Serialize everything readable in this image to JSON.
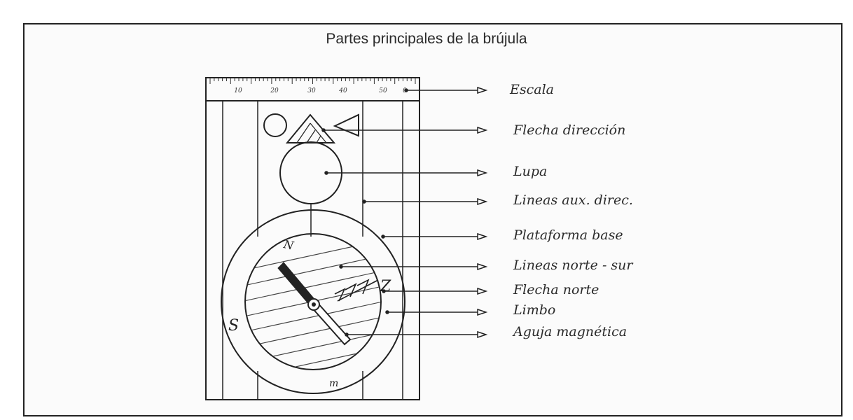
{
  "title": "Partes principales de la brújula",
  "scale_ticks": [
    "10",
    "20",
    "30",
    "40",
    "50",
    "0"
  ],
  "cardinals": {
    "north": "N",
    "west": "S",
    "east": "Z",
    "south": "m"
  },
  "labels": [
    {
      "id": "escala",
      "text": "Escala"
    },
    {
      "id": "flecha-direccion",
      "text": "Flecha dirección"
    },
    {
      "id": "lupa",
      "text": "Lupa"
    },
    {
      "id": "lineas-aux",
      "text": "Lineas aux. direc."
    },
    {
      "id": "plataforma",
      "text": "Plataforma base"
    },
    {
      "id": "lineas-norte-sur",
      "text": "Lineas norte - sur"
    },
    {
      "id": "flecha-norte",
      "text": "Flecha norte"
    },
    {
      "id": "limbo",
      "text": "Limbo"
    },
    {
      "id": "aguja",
      "text": "Aguja magnética"
    }
  ]
}
